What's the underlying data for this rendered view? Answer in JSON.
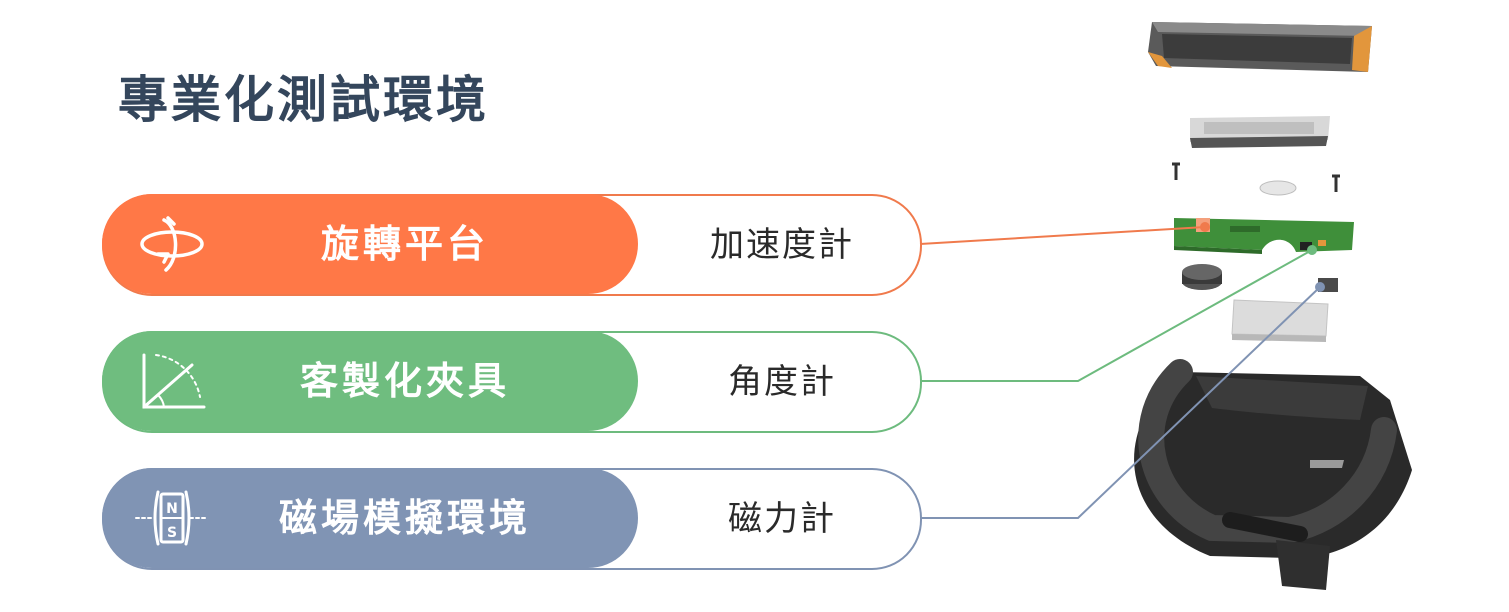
{
  "title": "專業化測試環境",
  "rows": [
    {
      "label": "旋轉平台",
      "sensor": "加速度計",
      "icon": "rotation-icon",
      "color": "#ff7847"
    },
    {
      "label": "客製化夾具",
      "sensor": "角度計",
      "icon": "angle-icon",
      "color": "#6fbd7f"
    },
    {
      "label": "磁場模擬環境",
      "sensor": "磁力計",
      "icon": "magnet-icon",
      "color": "#8094b4"
    }
  ],
  "compass": {
    "north": "N",
    "south": "S"
  }
}
